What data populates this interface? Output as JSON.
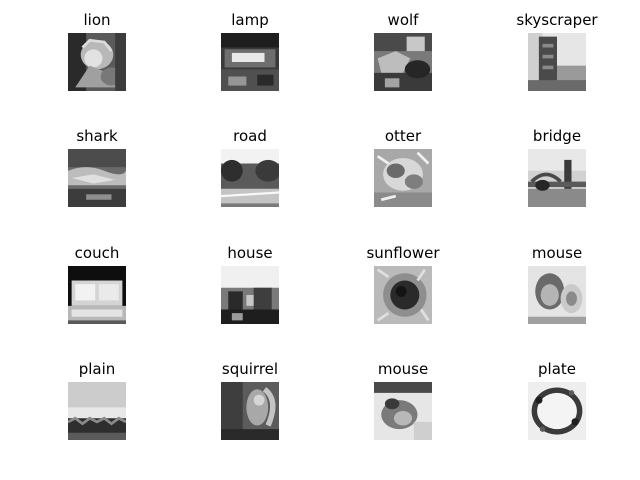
{
  "figure": {
    "image_style": "grayscale",
    "grid": {
      "rows": 4,
      "cols": 4
    },
    "panels": [
      {
        "label": "lion",
        "icon": "lion-image"
      },
      {
        "label": "lamp",
        "icon": "lamp-image"
      },
      {
        "label": "wolf",
        "icon": "wolf-image"
      },
      {
        "label": "skyscraper",
        "icon": "skyscraper-image"
      },
      {
        "label": "shark",
        "icon": "shark-image"
      },
      {
        "label": "road",
        "icon": "road-image"
      },
      {
        "label": "otter",
        "icon": "otter-image"
      },
      {
        "label": "bridge",
        "icon": "bridge-image"
      },
      {
        "label": "couch",
        "icon": "couch-image"
      },
      {
        "label": "house",
        "icon": "house-image"
      },
      {
        "label": "sunflower",
        "icon": "sunflower-image"
      },
      {
        "label": "mouse",
        "icon": "mouse-image"
      },
      {
        "label": "plain",
        "icon": "plain-image"
      },
      {
        "label": "squirrel",
        "icon": "squirrel-image"
      },
      {
        "label": "mouse",
        "icon": "mouse-image"
      },
      {
        "label": "plate",
        "icon": "plate-image"
      }
    ]
  }
}
